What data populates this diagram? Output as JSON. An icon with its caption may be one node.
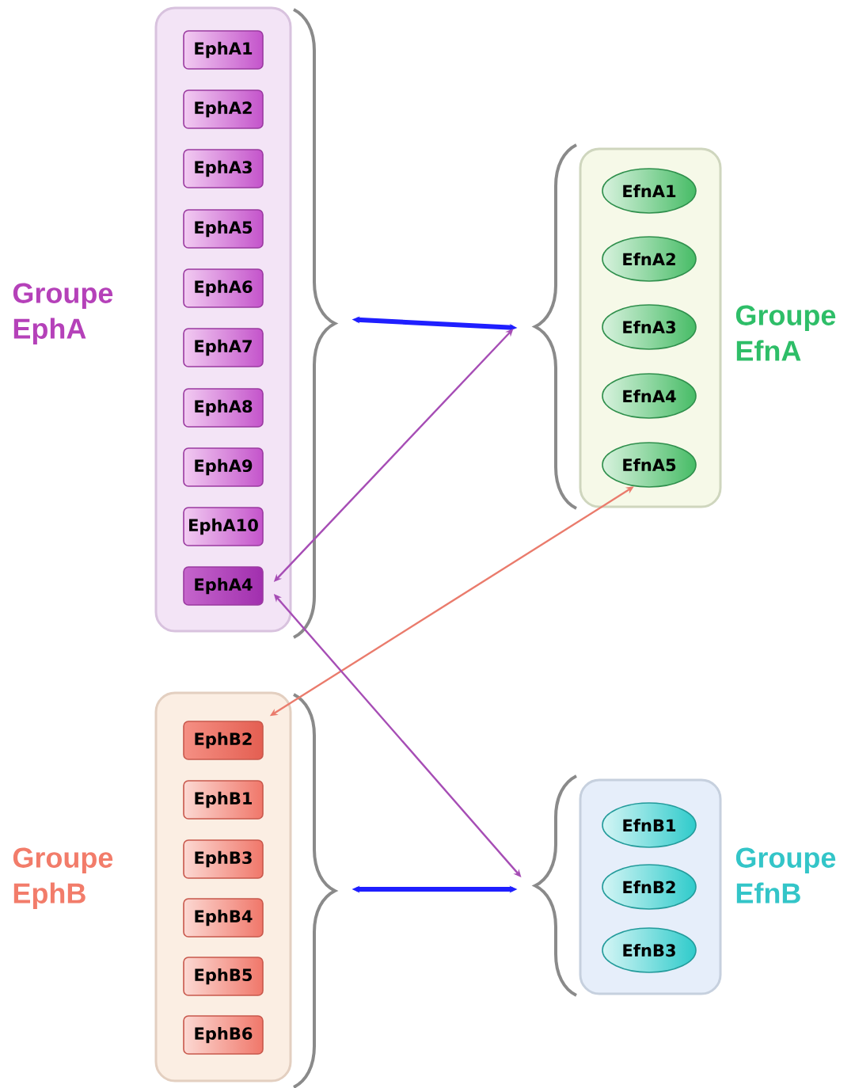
{
  "diagram": {
    "nodes": [
      {
        "text": [
          "Groupe EphA"
        ]
      },
      {
        "text": [
          "EphA1"
        ],
        "in": 0
      },
      {
        "text": [
          "EphA2"
        ],
        "in": 0
      },
      {
        "text": [
          "EphA3"
        ],
        "in": 0
      },
      {
        "text": [
          "EphA5"
        ],
        "in": 0
      },
      {
        "text": [
          "EphA6"
        ],
        "in": 0
      },
      {
        "text": [
          "EphA7"
        ],
        "in": 0
      },
      {
        "text": [
          "EphA8"
        ],
        "in": 0
      },
      {
        "text": [
          "EphA9"
        ],
        "in": 0
      },
      {
        "text": [
          "EphA10"
        ],
        "in": 0
      },
      {
        "text": [
          "EphA4"
        ],
        "in": 0
      },
      {
        "text": [
          "Groupe EfnA"
        ]
      },
      {
        "text": [
          "EfnA1"
        ],
        "in": 11
      },
      {
        "text": [
          "EfnA2"
        ],
        "in": 11
      },
      {
        "text": [
          "EfnA3"
        ],
        "in": 11
      },
      {
        "text": [
          "EfnA4"
        ],
        "in": 11
      },
      {
        "text": [
          "EfnA5"
        ],
        "in": 11
      },
      {
        "text": [
          "Groupe EphB"
        ]
      },
      {
        "text": [
          "EphB2"
        ],
        "in": 17
      },
      {
        "text": [
          "EphB1"
        ],
        "in": 17
      },
      {
        "text": [
          "EphB3"
        ],
        "in": 17
      },
      {
        "text": [
          "EphB4"
        ],
        "in": 17
      },
      {
        "text": [
          "EphB5"
        ],
        "in": 17
      },
      {
        "text": [
          "EphB6"
        ],
        "in": 17
      },
      {
        "text": [
          "Groupe EfnB"
        ]
      },
      {
        "text": [
          "EfnB1"
        ],
        "in": 24
      },
      {
        "text": [
          "EfnB2"
        ],
        "in": 24
      },
      {
        "text": [
          "EfnB3"
        ],
        "in": 24
      }
    ],
    "edges": [
      {
        "from": 0,
        "to": 11,
        "arrow": "both",
        "style": "thick",
        "color": "#1f1fff"
      },
      {
        "from": 10,
        "to": 11,
        "arrow": "both",
        "color": "#a64db5"
      },
      {
        "from": 18,
        "to": 16,
        "arrow": "both",
        "color": "#ea7b6c"
      },
      {
        "from": 10,
        "to": 24,
        "arrow": "both",
        "color": "#a64db5"
      },
      {
        "from": 17,
        "to": 24,
        "arrow": "both",
        "style": "thick",
        "color": "#1f1fff"
      }
    ]
  }
}
